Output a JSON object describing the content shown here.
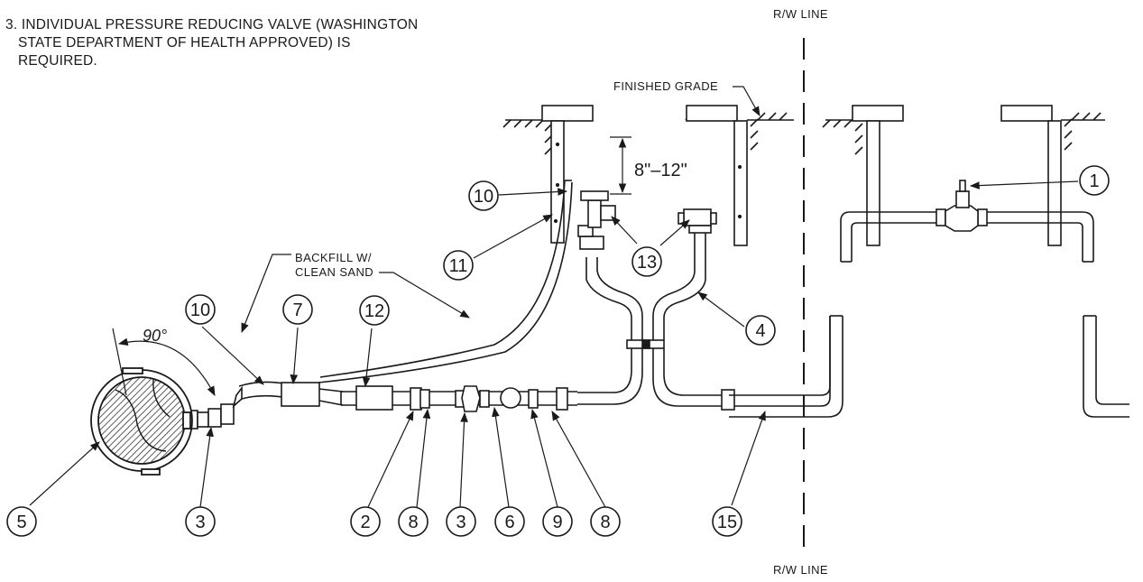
{
  "note": {
    "line1": "3. INDIVIDUAL PRESSURE REDUCING VALVE (WASHINGTON",
    "line2": "STATE DEPARTMENT OF HEALTH APPROVED) IS",
    "line3": "REQUIRED."
  },
  "labels": {
    "rw_top": "R/W LINE",
    "rw_bottom": "R/W LINE",
    "finished_grade": "FINISHED GRADE",
    "dimension": "8\"–12\"",
    "backfill_line1": "BACKFILL W/",
    "backfill_line2": "CLEAN SAND",
    "angle": "90°"
  },
  "callouts": [
    "1",
    "10",
    "11",
    "13",
    "4",
    "10",
    "7",
    "12",
    "5",
    "3",
    "2",
    "8",
    "3",
    "6",
    "9",
    "8",
    "15"
  ]
}
